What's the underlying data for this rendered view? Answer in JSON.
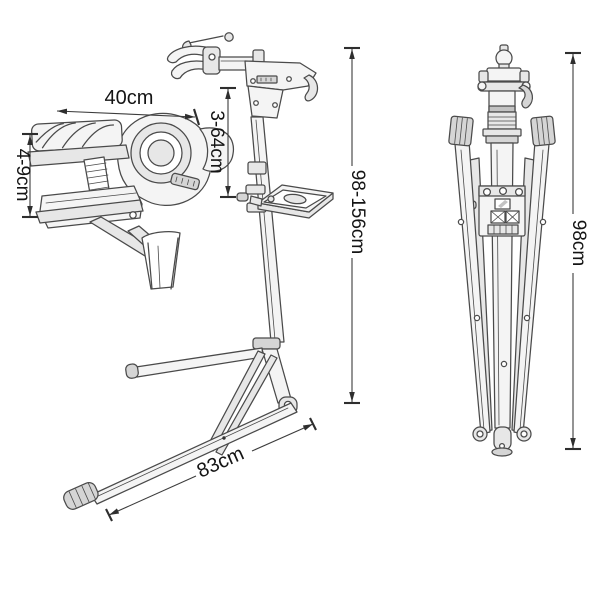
{
  "dimensions": {
    "clamp_width": "40cm",
    "clamp_grip_range": "4-9cm",
    "arm_height_range": "3-64cm",
    "stand_height_range": "98-156cm",
    "base_length": "83cm",
    "folded_height": "98cm"
  },
  "colors": {
    "background": "#ffffff",
    "line_art": "#4a4a4a",
    "dimension_line": "#3c3c3c",
    "label_text": "#141414"
  }
}
